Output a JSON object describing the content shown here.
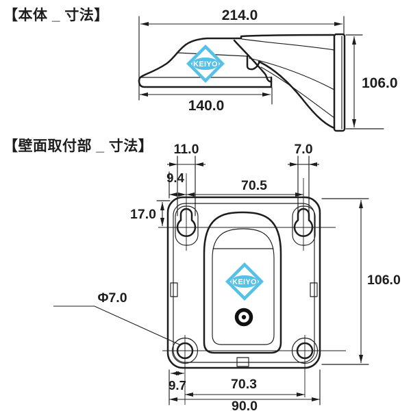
{
  "colors": {
    "line": "#1d1d1d",
    "logo_accent": "#55c1e6"
  },
  "logo": {
    "text": "KEIYO"
  },
  "body_section": {
    "header": "【本体 _ 寸法】",
    "dims": {
      "overall_depth": "214.0",
      "base_width": "140.0",
      "height": "106.0"
    }
  },
  "wall_section": {
    "header": "【壁面取付部 _ 寸法】",
    "dims": {
      "keyhole_circle": "11.0",
      "keyhole_slot": "7.0",
      "edge_to_keyhole": "9.4",
      "keyhole_pitch": "70.5",
      "top_to_keyhole": "17.0",
      "height": "106.0",
      "hole_diameter": "Φ7.0",
      "edge_to_hole": "9.7",
      "hole_pitch": "70.3",
      "overall_width": "90.0"
    }
  }
}
